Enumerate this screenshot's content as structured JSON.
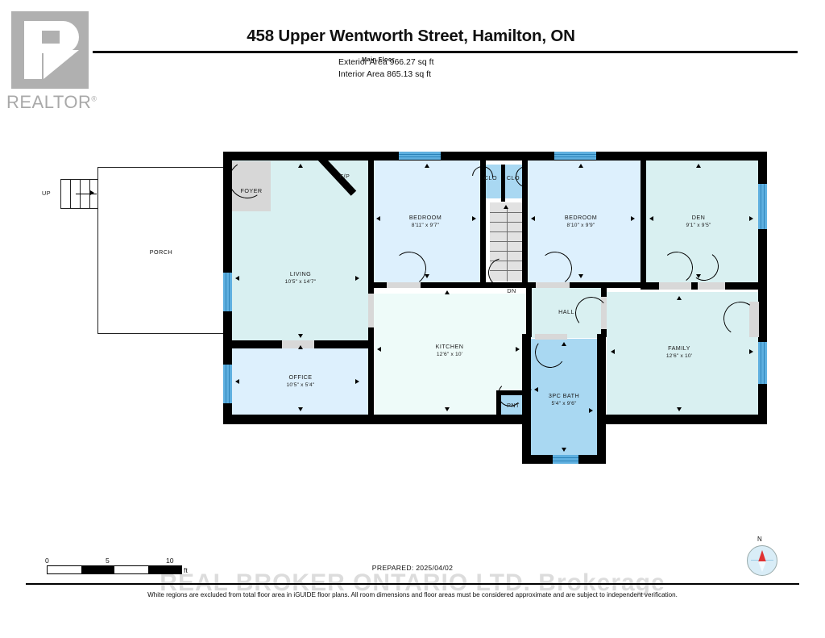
{
  "branding": {
    "logo_text": "REALTOR",
    "logo_registered": "®",
    "watermark": "REAL BROKER ONTARIO LTD.  Brokerage"
  },
  "header": {
    "title": "458 Upper Wentworth Street, Hamilton, ON",
    "floor_label": "Main Floor",
    "exterior_area": "Exterior Area 966.27 sq ft",
    "interior_area": "Interior Area 865.13 sq ft"
  },
  "footer": {
    "prepared": "PREPARED: 2025/04/02",
    "disclaimer": "White regions are excluded from total floor area in iGUIDE floor plans. All room dimensions and floor areas must be considered approximate and are subject to independent verification.",
    "scale_ticks": [
      "0",
      "5",
      "10"
    ],
    "scale_unit": "ft",
    "compass_label": "N"
  },
  "plan": {
    "porch_label": "PORCH",
    "up_label": "UP",
    "dn_label": "DN",
    "fireplace_label": "F/P",
    "foyer_label": "FOYER",
    "closet_left_label": "CLO",
    "closet_right_label": "CLO",
    "pantry_label": "PNT",
    "hall_label": "HALL",
    "rooms": [
      {
        "name": "LIVING",
        "dim": "10'5\" x 14'7\""
      },
      {
        "name": "BEDROOM",
        "dim": "8'11\" x 9'7\""
      },
      {
        "name": "BEDROOM",
        "dim": "8'10\" x 9'9\""
      },
      {
        "name": "DEN",
        "dim": "9'1\" x 9'5\""
      },
      {
        "name": "OFFICE",
        "dim": "10'5\" x 5'4\""
      },
      {
        "name": "KITCHEN",
        "dim": "12'6\" x 10'"
      },
      {
        "name": "FAMILY",
        "dim": "12'6\" x 10'"
      },
      {
        "name": "3PC BATH",
        "dim": "5'4\" x 9'6\""
      }
    ]
  },
  "colors": {
    "wall": "#000000",
    "window": "#5fb0e0",
    "room_cyan": "#d9f0f1",
    "room_blue": "#ddf0fd",
    "room_mint": "#eefbf9",
    "door": "#d8d8d8",
    "logo_gray": "#b0b0b0"
  }
}
